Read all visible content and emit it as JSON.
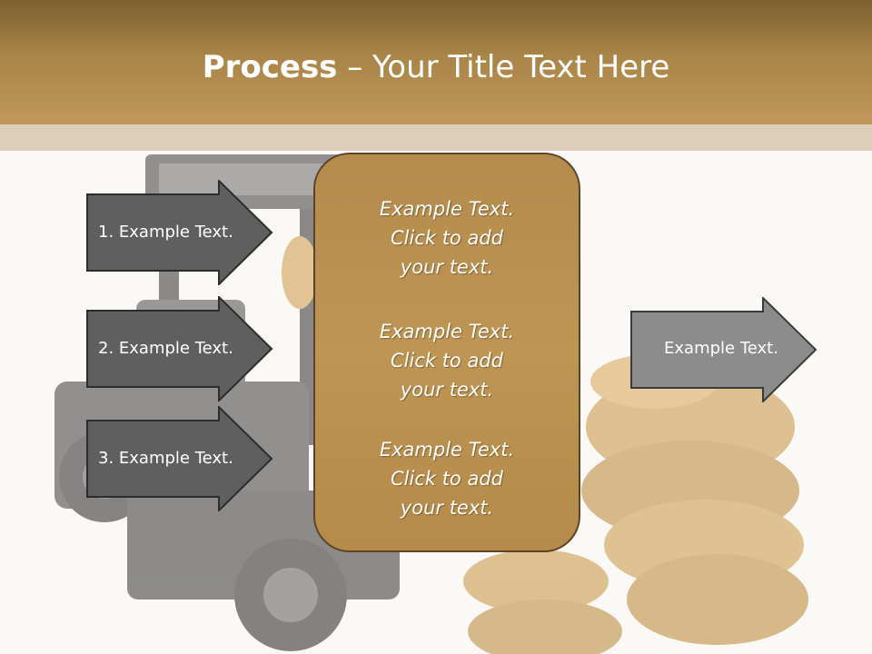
{
  "slide": {
    "title_bold": "Process",
    "title_rest": " – Your Title Text Here"
  },
  "steps": [
    {
      "label": "1. Example Text."
    },
    {
      "label": "2. Example Text."
    },
    {
      "label": "3. Example Text."
    }
  ],
  "center": {
    "paragraphs": [
      {
        "l1": "Example Text.",
        "l2": "Click  to add",
        "l3": "your text."
      },
      {
        "l1": "Example Text.",
        "l2": "Click  to add",
        "l3": "your text."
      },
      {
        "l1": "Example Text.",
        "l2": "Click  to add",
        "l3": "your text."
      }
    ]
  },
  "output": {
    "label": "Example Text."
  },
  "colors": {
    "header_dark": "#7c6030",
    "header_light": "#c2975a",
    "strip": "#decdb8",
    "step_arrow": "#5f5f5f",
    "output_arrow": "#8c8c8c",
    "center_box": "#bb9150"
  },
  "icons": {
    "background_image": "forklift-and-gold-coins-image"
  }
}
